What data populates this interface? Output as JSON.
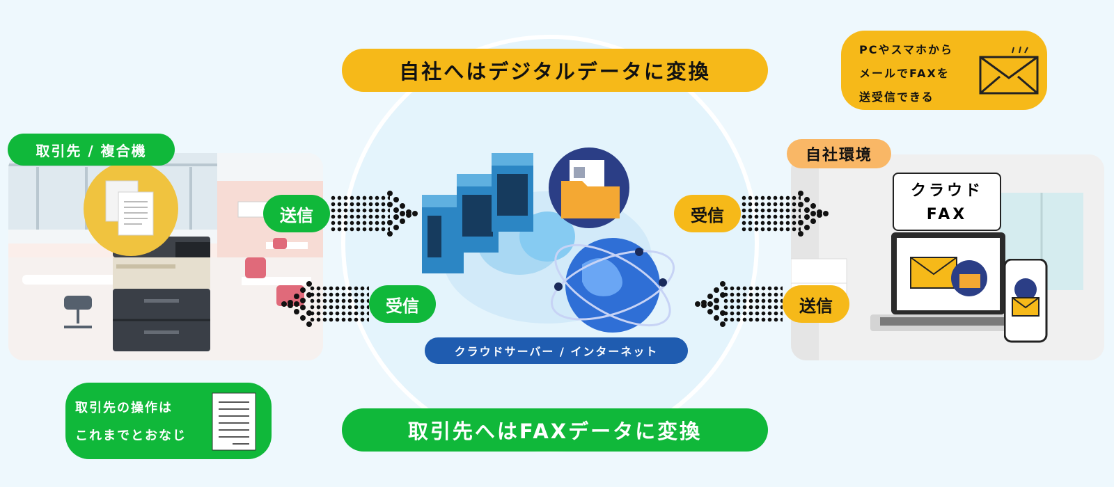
{
  "top_banner": "自社へはデジタルデータに変換",
  "bottom_banner": "取引先へはFAXデータに変換",
  "left": {
    "tag": "取引先 / 複合機",
    "send": "送信",
    "receive": "受信",
    "note_line1": "取引先の操作は",
    "note_line2": "これまでとおなじ"
  },
  "center": {
    "label": "クラウドサーバー / インターネット"
  },
  "right": {
    "tag": "自社環境",
    "receive": "受信",
    "send": "送信",
    "box_line1": "クラウド",
    "box_line2": "FAX",
    "note_line1": "PCやスマホから",
    "note_line2": "メールでFAXを",
    "note_line3": "送受信できる"
  },
  "icons": {
    "documents": "documents-icon",
    "envelope": "envelope-icon",
    "folder": "folder-icon",
    "globe": "globe-icon",
    "servers": "server-rack-icon",
    "cloud": "cloud-icon",
    "laptop": "laptop-icon",
    "phone": "smartphone-icon",
    "copier": "multifunction-printer-icon"
  },
  "colors": {
    "yellow": "#f6b919",
    "green": "#10b83a",
    "blue": "#1f5cb0",
    "orange": "#f9b766",
    "background": "#eef8fd"
  }
}
